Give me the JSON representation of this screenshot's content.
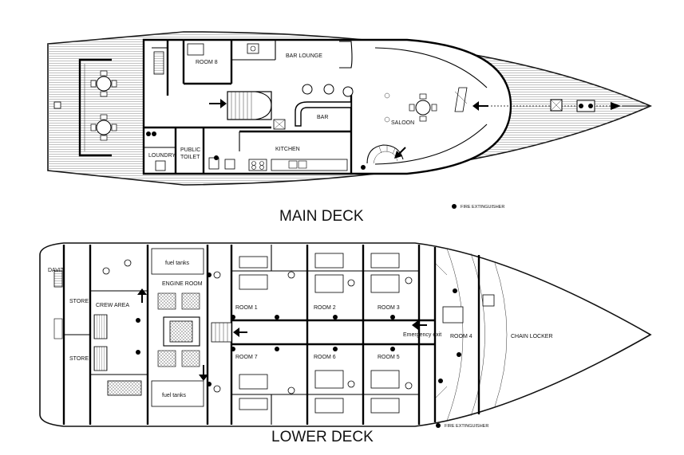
{
  "main_deck": {
    "title": "MAIN DECK",
    "legend_label": "FIRE EXTINGUISHER",
    "rooms": {
      "room8": "ROOM 8",
      "bar_lounge": "BAR LOUNGE",
      "bar": "BAR",
      "saloon": "SALOON",
      "kitchen": "KITCHEN",
      "laundry": "LOUNDRY",
      "public_toilet_1": "PUBLIC",
      "public_toilet_2": "TOILET"
    }
  },
  "lower_deck": {
    "title": "LOWER DECK",
    "legend_label": "FIRE EXTINGUISHER",
    "labels": {
      "davit": "DAVIT",
      "store_top": "STORE",
      "store_bottom": "STORE",
      "crew_area": "CREW AREA",
      "fuel_tanks_top": "fuel tanks",
      "engine_room": "ENGINE ROOM",
      "fuel_tanks_bottom": "fuel tanks",
      "room1": "ROOM 1",
      "room2": "ROOM 2",
      "room3": "ROOM 3",
      "room4": "ROOM 4",
      "room5": "ROOM 5",
      "room6": "ROOM 6",
      "room7": "ROOM 7",
      "emergency_exit": "Emergency exit",
      "chain_locker": "CHAIN LOCKER"
    }
  },
  "colors": {
    "line": "#000000",
    "background": "#ffffff"
  }
}
